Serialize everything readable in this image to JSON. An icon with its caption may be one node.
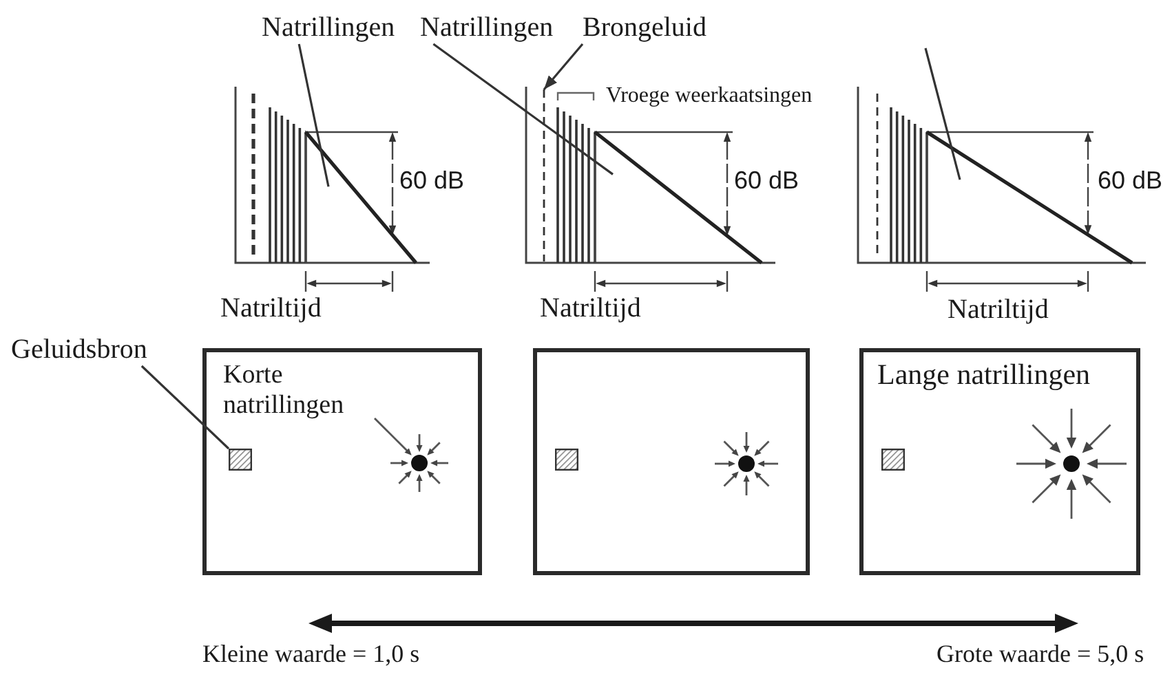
{
  "diagram": {
    "nodes": [
      {
        "text": [
          "Natrillingen"
        ]
      },
      {
        "text": [
          "Natrillingen"
        ]
      },
      {
        "text": [
          "Brongeluid"
        ]
      },
      {
        "text": [],
        "shape": "triangle"
      },
      {
        "text": [],
        "shape": "line"
      },
      {
        "text": [],
        "shape": "triangle"
      },
      {
        "text": [],
        "shape": "triangle"
      },
      {
        "text": [
          "Geluidsbron"
        ]
      },
      {
        "text": [
          "Korte natrillingen"
        ]
      },
      {
        "text": [],
        "shape": "box",
        "in": 8
      },
      {
        "text": [],
        "shape": "box"
      },
      {
        "text": [
          "Lange natrillingen"
        ]
      }
    ],
    "edges": [
      {
        "from": 0,
        "to": 3,
        "arrow": "none"
      },
      {
        "from": 1,
        "to": 5,
        "arrow": "none"
      },
      {
        "from": 2,
        "to": 4,
        "arrow": "to"
      },
      {
        "from": null,
        "to": 6,
        "arrow": "none"
      },
      {
        "from": 7,
        "to": 9,
        "arrow": "none"
      }
    ],
    "labels": [
      "Vroege weerkaatsingen",
      "60 dB",
      "60 dB",
      "60 dB",
      "Natriltijd",
      "Natriltijd",
      "Natriltijd",
      "Kleine waarde = 1,0 s",
      "Grote waarde = 5,0 s"
    ]
  }
}
